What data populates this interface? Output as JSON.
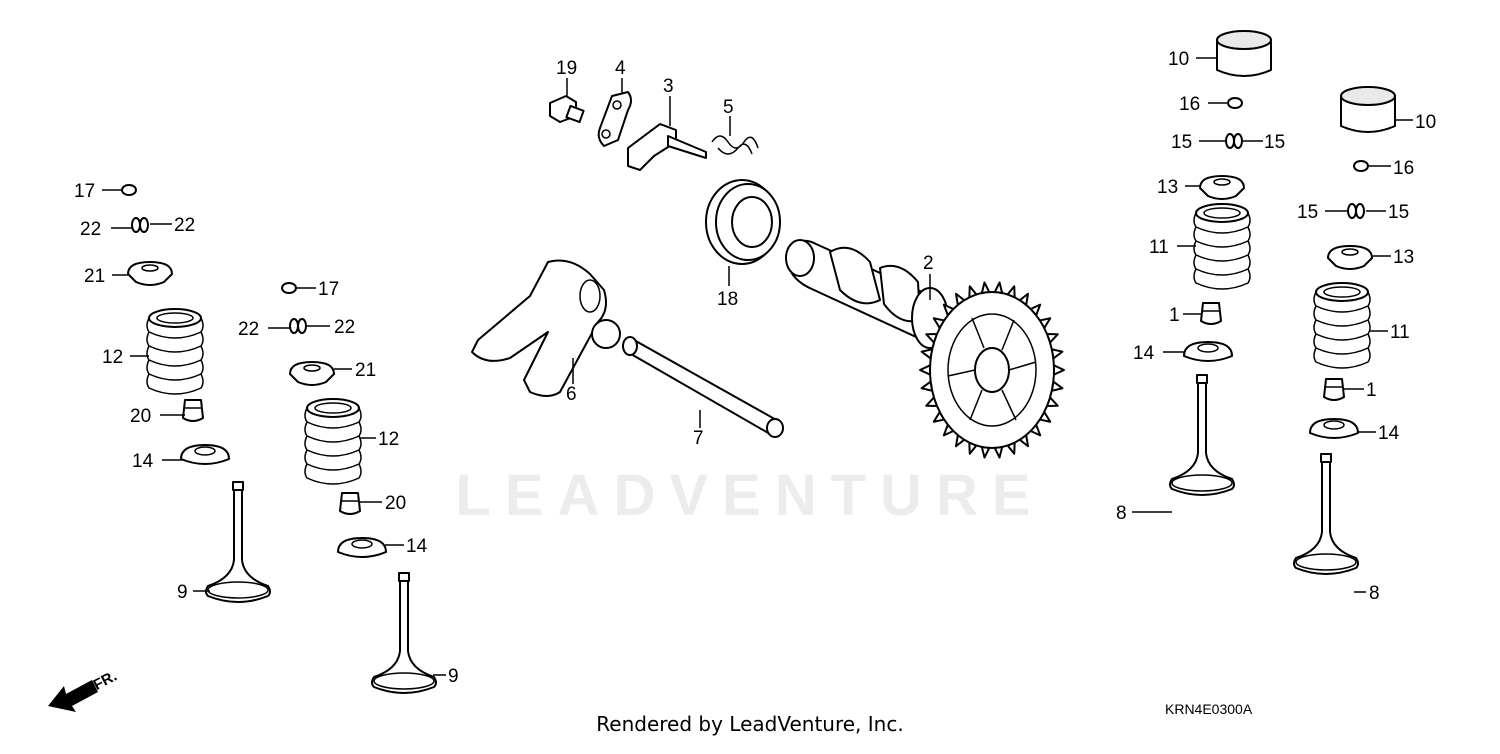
{
  "diagram": {
    "watermark": "LEADVENTURE",
    "front_marker": "FR.",
    "figure_code": "KRN4E0300A",
    "footer": "Rendered by LeadVenture, Inc.",
    "callouts": {
      "c19": "19",
      "c4": "4",
      "c3": "3",
      "c5": "5",
      "c18": "18",
      "c2": "2",
      "c6": "6",
      "c7": "7",
      "l17a": "17",
      "l22a": "22",
      "l22b": "22",
      "l21a": "21",
      "l12a": "12",
      "l20a": "20",
      "l14a": "14",
      "l9a": "9",
      "l17b": "17",
      "l22c": "22",
      "l22d": "22",
      "l21b": "21",
      "l12b": "12",
      "l20b": "20",
      "l14b": "14",
      "l9b": "9",
      "r10a": "10",
      "r16a": "16",
      "r15a": "15",
      "r15b": "15",
      "r13a": "13",
      "r11a": "11",
      "r1a": "1",
      "r14a": "14",
      "r8a": "8",
      "r10b": "10",
      "r16b": "16",
      "r15c": "15",
      "r15d": "15",
      "r13b": "13",
      "r11b": "11",
      "r1b": "1",
      "r14b": "14",
      "r8b": "8"
    }
  }
}
